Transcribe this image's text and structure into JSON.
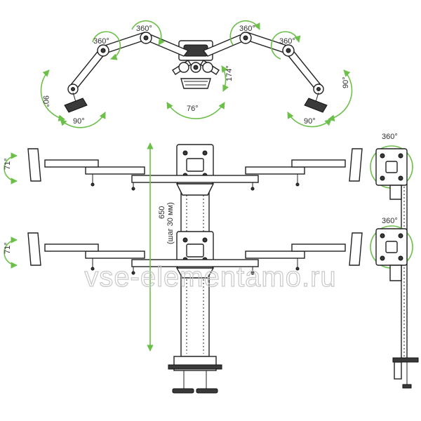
{
  "colors": {
    "accent": "#6cc04a",
    "line": "#222222",
    "watermark": "#c8c8c8"
  },
  "top_view": {
    "angle_360_a": "360°",
    "angle_360_b": "360°",
    "angle_360_c": "360°",
    "angle_360_d": "360°",
    "angle_90_left_vertical": "90°",
    "angle_90_left_bottom": "90°",
    "angle_76": "76°",
    "angle_174": "174°",
    "angle_90_right_bottom": "90°",
    "angle_90_right_vertical": "90°"
  },
  "front_view": {
    "tilt_top": "71°",
    "tilt_bottom": "71°",
    "height_label": "650",
    "step_label": "(шаг 30 мм)"
  },
  "side_view": {
    "rotation_top": "360°",
    "rotation_bottom": "360°"
  },
  "watermark": "vse-elementamo.ru"
}
